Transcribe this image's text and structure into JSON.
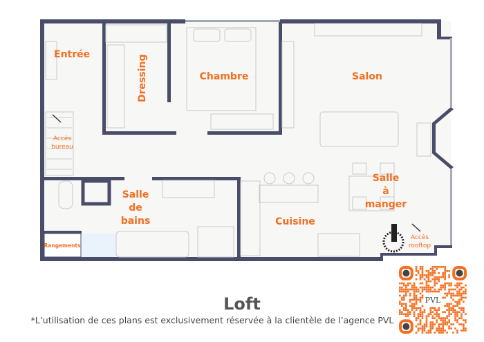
{
  "rooms": {
    "entree": "Entrée",
    "dressing": "Dressing",
    "chambre": "Chambre",
    "salon": "Salon",
    "acces_bureau_1": "Accès",
    "acces_bureau_2": "bureau",
    "sdb_1": "Salle",
    "sdb_2": "de",
    "sdb_3": "bains",
    "cuisine": "Cuisine",
    "sam_1": "Salle",
    "sam_2": "à",
    "sam_3": "manger",
    "acces_rooftop_1": "Accès",
    "acces_rooftop_2": "rooftop",
    "rangements": "Rangements"
  },
  "title": "Loft",
  "note": "*L’utilisation de ces plans est exclusivement réservée à la clientèle de l’agence PVL",
  "qr": {
    "logo": "PVL"
  },
  "colors": {
    "accent": "#f36f21",
    "wall": "#4a4d6a",
    "floor": "#f7f7f6"
  }
}
